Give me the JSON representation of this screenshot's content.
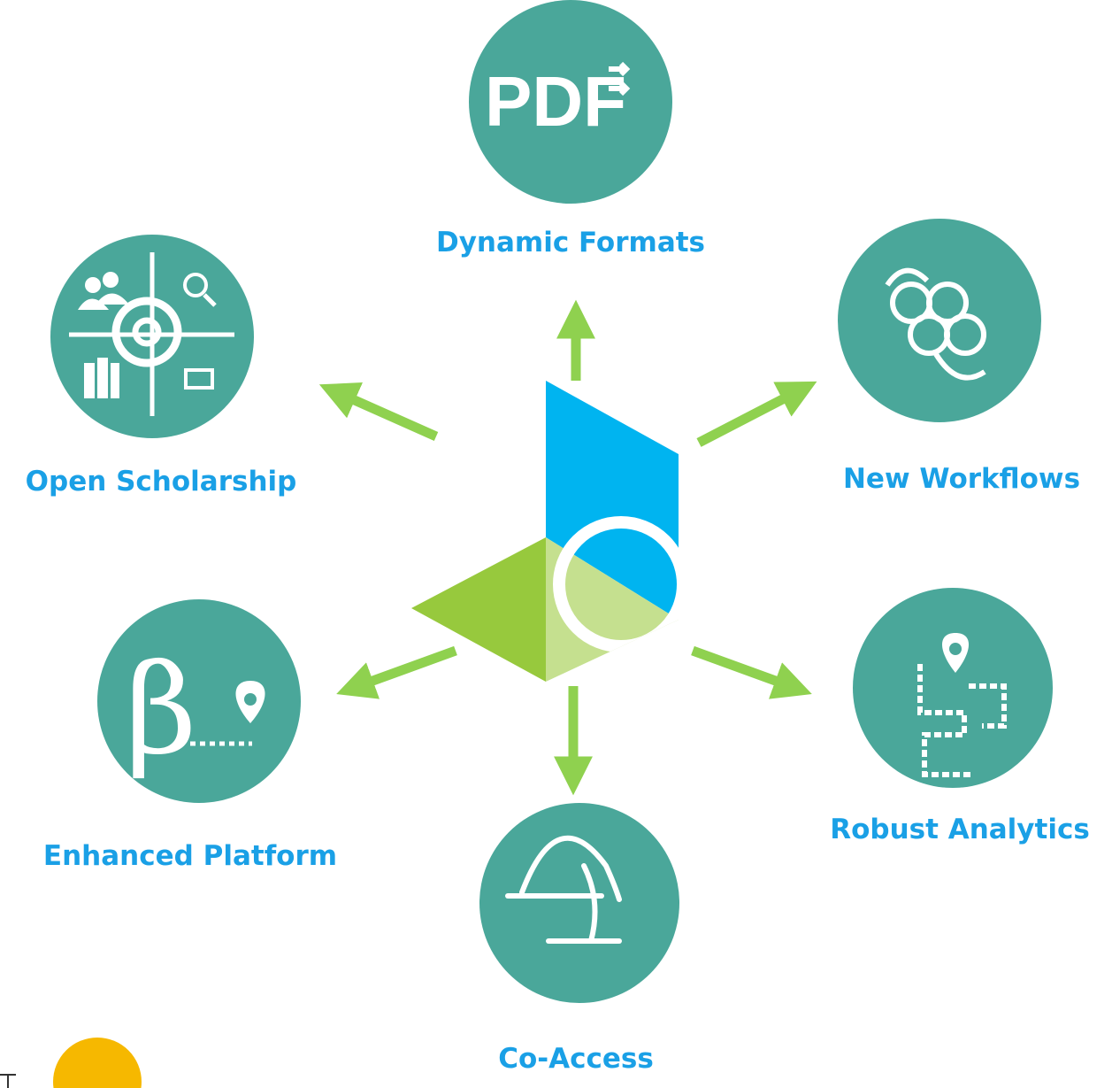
{
  "colors": {
    "label_text": "#1aa0e6",
    "circle_fill": "#4aa79a",
    "arrow": "#8fd14f",
    "logo_blue": "#00b4f0",
    "logo_green": "#97c93d",
    "logo_light_green": "#c5e08f",
    "corner_badge": "#f6b800"
  },
  "center_logo": {
    "icon": "platform-logo"
  },
  "features": [
    {
      "label": "Dynamic Formats",
      "icon": "pdf-export-icon",
      "icon_text": "PDF"
    },
    {
      "label": "New Workflows",
      "icon": "linked-circles-icon",
      "icon_text": ""
    },
    {
      "label": "Robust Analytics",
      "icon": "map-path-pin-icon",
      "icon_text": ""
    },
    {
      "label": "Co-Access",
      "icon": "umbrella-dome-icon",
      "icon_text": ""
    },
    {
      "label": "Enhanced Platform",
      "icon": "beta-location-icon",
      "icon_text": "β"
    },
    {
      "label": "Open Scholarship",
      "icon": "scholarship-target-icon",
      "icon_text": ""
    }
  ]
}
